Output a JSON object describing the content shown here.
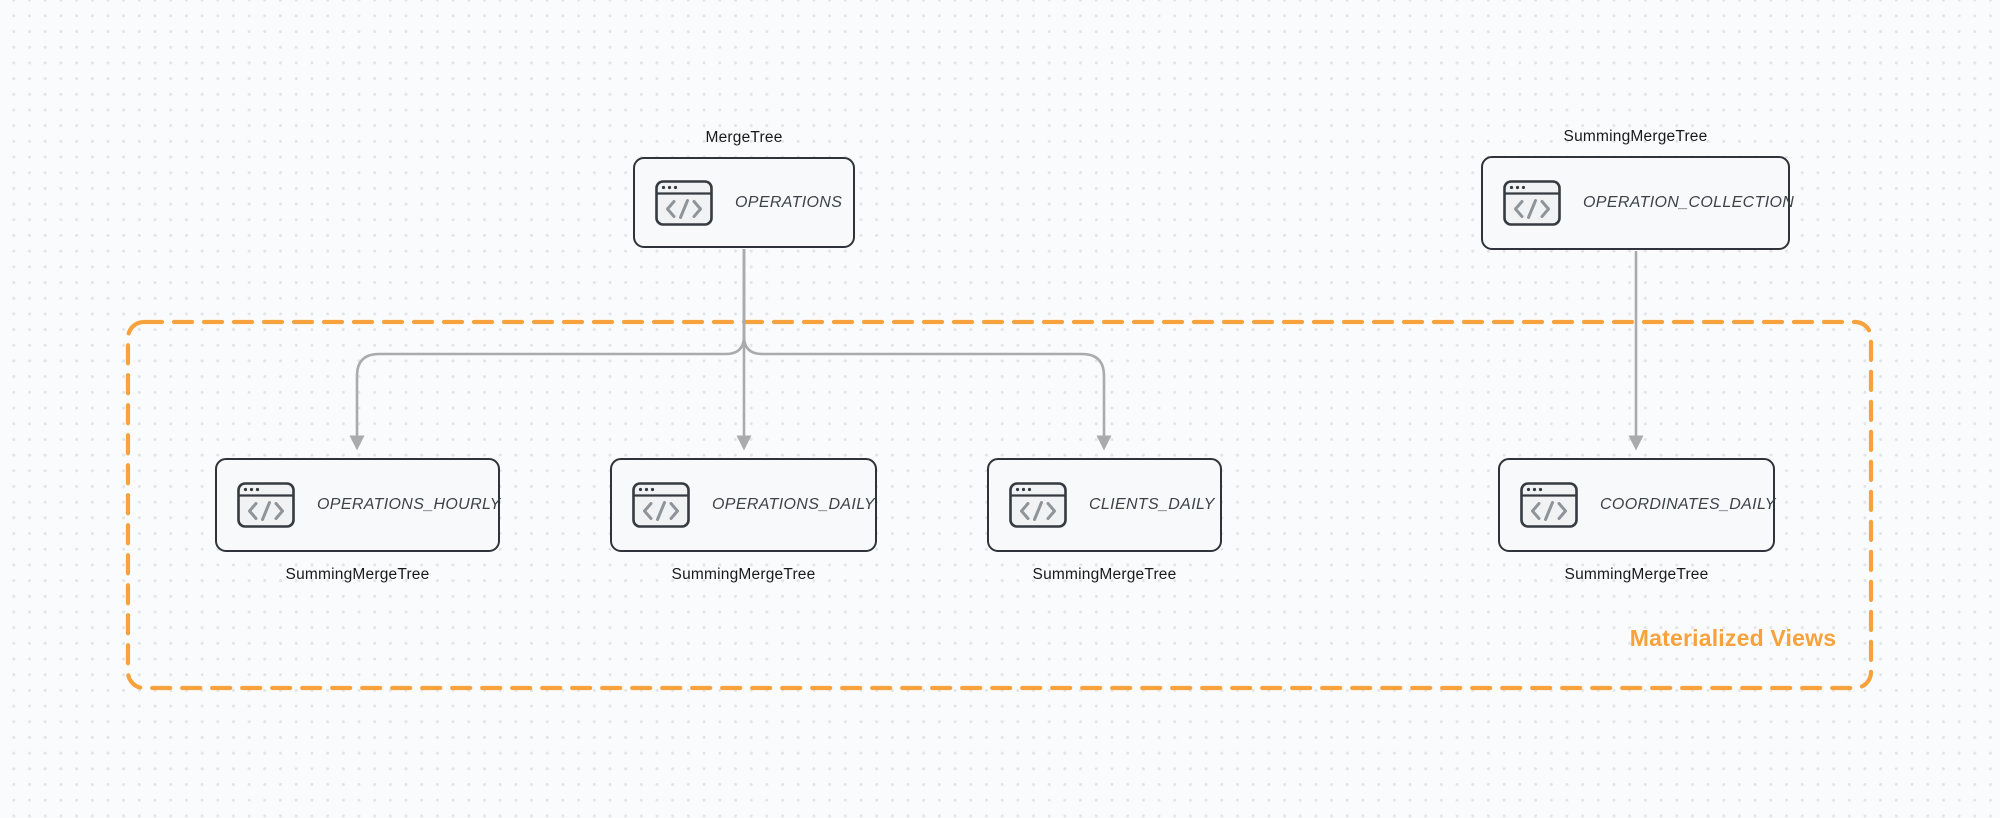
{
  "diagram": {
    "group": {
      "label": "Materialized Views"
    },
    "nodes": [
      {
        "table": "OPERATIONS",
        "engine": "MergeTree",
        "engine_position": "top"
      },
      {
        "table": "OPERATION_COLLECTION",
        "engine": "SummingMergeTree",
        "engine_position": "top"
      },
      {
        "table": "OPERATIONS_HOURLY",
        "engine": "SummingMergeTree",
        "engine_position": "bottom"
      },
      {
        "table": "OPERATIONS_DAILY",
        "engine": "SummingMergeTree",
        "engine_position": "bottom"
      },
      {
        "table": "CLIENTS_DAILY",
        "engine": "SummingMergeTree",
        "engine_position": "bottom"
      },
      {
        "table": "COORDINATES_DAILY",
        "engine": "SummingMergeTree",
        "engine_position": "bottom"
      }
    ],
    "edges": [
      {
        "from": "OPERATIONS",
        "to": "OPERATIONS_HOURLY"
      },
      {
        "from": "OPERATIONS",
        "to": "OPERATIONS_DAILY"
      },
      {
        "from": "OPERATIONS",
        "to": "CLIENTS_DAILY"
      },
      {
        "from": "OPERATION_COLLECTION",
        "to": "COORDINATES_DAILY"
      }
    ],
    "colors": {
      "accent_orange": "#f7a23c",
      "arrow_gray": "#a9abad",
      "node_border": "#2e343a",
      "node_fill": "#f8f9fa",
      "canvas_background": "#fafbfc",
      "grid_dot": "#e2e4e8"
    }
  }
}
